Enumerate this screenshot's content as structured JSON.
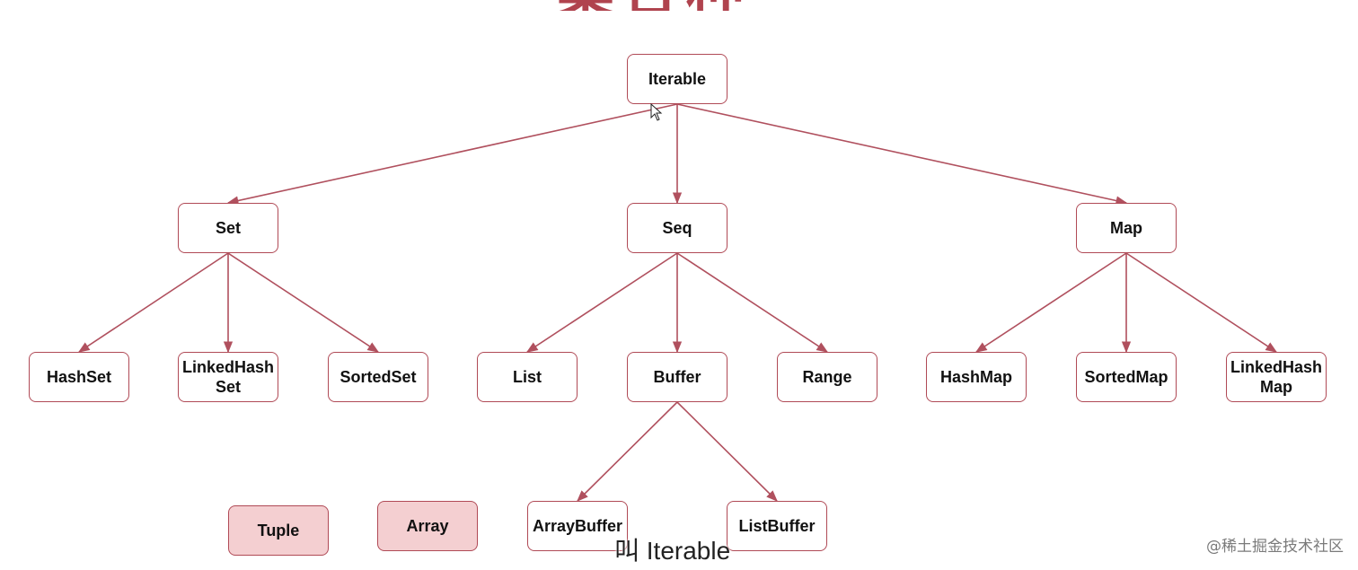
{
  "header": {
    "title_partial": "集合种类"
  },
  "nodes": {
    "iterable": "Iterable",
    "set": "Set",
    "seq": "Seq",
    "map": "Map",
    "hashset": "HashSet",
    "linkedhashset": "LinkedHash\nSet",
    "sortedset": "SortedSet",
    "list": "List",
    "buffer": "Buffer",
    "range": "Range",
    "hashmap": "HashMap",
    "sortedmap": "SortedMap",
    "linkedhashmap": "LinkedHash\nMap",
    "tuple": "Tuple",
    "array": "Array",
    "arraybuffer": "ArrayBuffer",
    "listbuffer": "ListBuffer"
  },
  "edges": [
    [
      "iterable",
      "set"
    ],
    [
      "iterable",
      "seq"
    ],
    [
      "iterable",
      "map"
    ],
    [
      "set",
      "hashset"
    ],
    [
      "set",
      "linkedhashset"
    ],
    [
      "set",
      "sortedset"
    ],
    [
      "seq",
      "list"
    ],
    [
      "seq",
      "buffer"
    ],
    [
      "seq",
      "range"
    ],
    [
      "map",
      "hashmap"
    ],
    [
      "map",
      "sortedmap"
    ],
    [
      "map",
      "linkedhashmap"
    ],
    [
      "buffer",
      "arraybuffer"
    ],
    [
      "buffer",
      "listbuffer"
    ]
  ],
  "colors": {
    "accent": "#b04a56",
    "fill": "#f4cfd1"
  },
  "subtitle": "叫 Iterable",
  "watermark": "@稀土掘金技术社区"
}
